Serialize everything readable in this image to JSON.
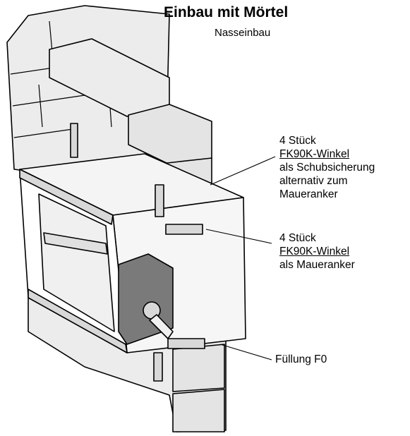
{
  "title": "Einbau mit Mörtel",
  "subtitle": "Nasseinbau",
  "annotations": [
    {
      "count": "4 Stück",
      "part": "FK90K-Winkel",
      "lines": [
        "als Schubsicherung",
        "alternativ zum",
        "Maueranker"
      ]
    },
    {
      "count": "4 Stück",
      "part": "FK90K-Winkel",
      "lines": [
        "als Maueranker"
      ]
    },
    {
      "label": "Füllung  F0"
    }
  ],
  "colors": {
    "outline": "#000000",
    "brick_fill": "#ececec",
    "brick_shade": "#dcdcdc",
    "damper_fill": "#f4f4f4",
    "frame_fill": "#d8d8d8",
    "actuator_fill": "#7a7a7a"
  }
}
